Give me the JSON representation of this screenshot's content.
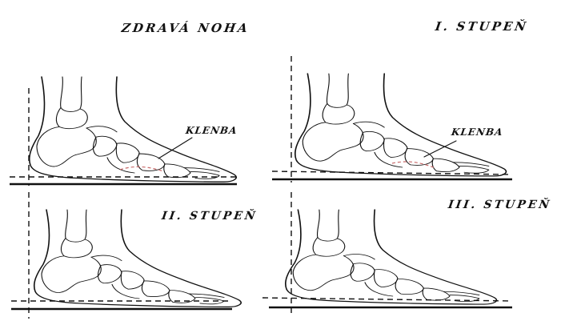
{
  "panels": {
    "healthy": {
      "title": "ZDRAVÁ NOHA",
      "arch_label": "KLENBA"
    },
    "grade1": {
      "title": "I. STUPEŇ",
      "arch_label": "KLENBA"
    },
    "grade2": {
      "title": "II. STUPEŇ"
    },
    "grade3": {
      "title": "III. STUPEŇ"
    }
  },
  "colors": {
    "ink": "#111111",
    "arch_highlight": "#c86a6a",
    "paper": "#ffffff"
  }
}
